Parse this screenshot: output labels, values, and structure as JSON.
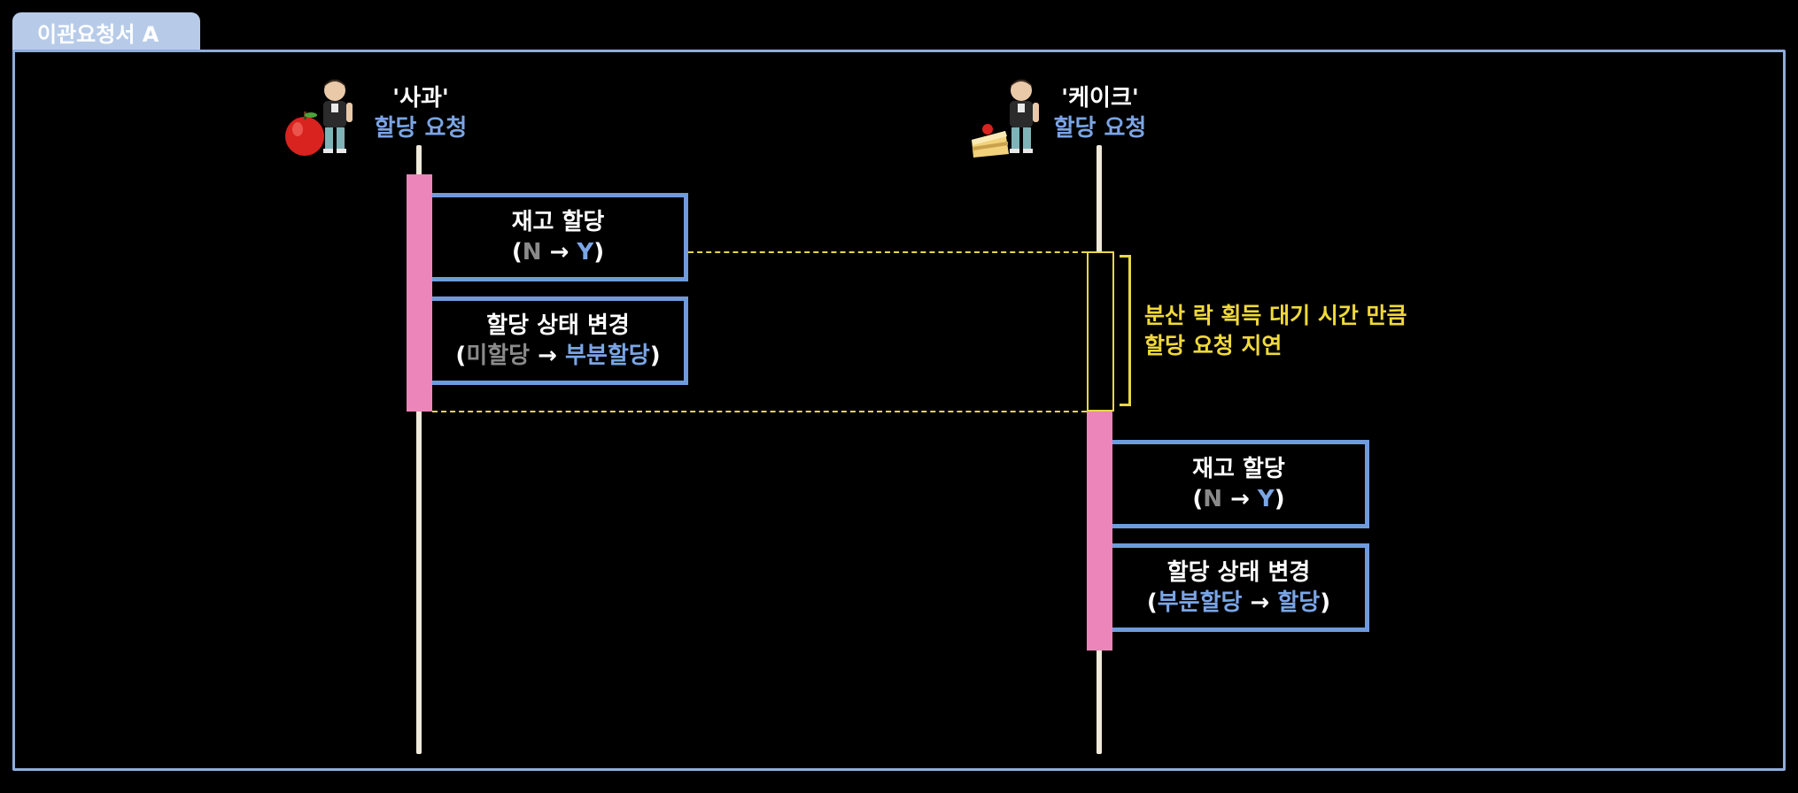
{
  "header": {
    "tab_title": "이관요청서 A"
  },
  "actors": [
    {
      "name": "'사과'",
      "subtitle": "할당 요청",
      "icon": "apple-icon"
    },
    {
      "name": "'케이크'",
      "subtitle": "할당 요청",
      "icon": "cake-icon"
    }
  ],
  "left_boxes": {
    "box1": {
      "title": "재고 할당",
      "paren_open": "(",
      "from": "N",
      "arrow": "→",
      "to": "Y",
      "paren_close": ")"
    },
    "box2": {
      "title": "할당 상태 변경",
      "paren_open": "(",
      "from": "미할당",
      "arrow": "→",
      "to": "부분할당",
      "paren_close": ")"
    }
  },
  "right_boxes": {
    "box1": {
      "title": "재고 할당",
      "paren_open": "(",
      "from": "N",
      "arrow": "→",
      "to": "Y",
      "paren_close": ")"
    },
    "box2": {
      "title": "할당 상태 변경",
      "paren_open": "(",
      "from": "부분할당",
      "arrow": "→",
      "to": "할당",
      "paren_close": ")"
    }
  },
  "wait_note": {
    "line1": "분산 락 획득 대기 시간 만큼",
    "line2": "할당 요청 지연"
  },
  "colors": {
    "frame": "#8eaddb",
    "activation": "#ec85b9",
    "box_border": "#6f9bdc",
    "highlight_blue": "#7aa5e6",
    "muted_grey": "#8a8a8a",
    "note_yellow": "#f0d93a",
    "lifeline": "#efe9da"
  }
}
